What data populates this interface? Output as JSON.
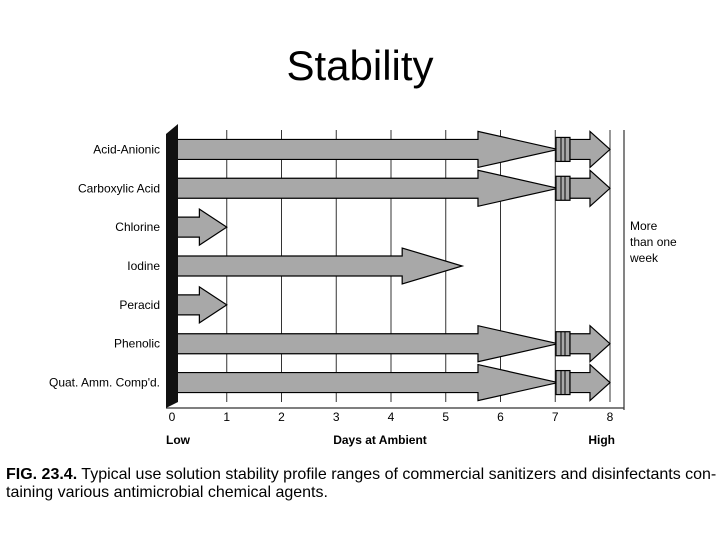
{
  "slide": {
    "title": "Stability"
  },
  "chart_data": {
    "type": "bar",
    "orientation": "horizontal",
    "title": "",
    "categories": [
      "Acid-Anionic",
      "Carboxylic Acid",
      "Chlorine",
      "Iodine",
      "Peracid",
      "Phenolic",
      "Quat. Amm. Comp'd."
    ],
    "values": [
      8,
      8,
      1,
      5.3,
      1,
      8,
      8
    ],
    "more_than_one_week": [
      true,
      true,
      false,
      false,
      false,
      true,
      true
    ],
    "xlabel": "Days at Ambient",
    "x_low_label": "Low",
    "x_high_label": "High",
    "xlim": [
      0,
      8
    ],
    "xticks": [
      "0",
      "1",
      "2",
      "3",
      "4",
      "5",
      "6",
      "7",
      "8"
    ],
    "side_note": [
      "More",
      "than one",
      "week"
    ],
    "grid": true,
    "colors": {
      "bar": "#a8a8a8",
      "outline": "#000000",
      "axis": "#222222"
    }
  },
  "caption": {
    "label": "FIG. 23.4.",
    "line1": "Typical use solution stability profile ranges of commercial sanitizers and disinfectants con-",
    "line2": "taining various antimicrobial chemical agents."
  }
}
